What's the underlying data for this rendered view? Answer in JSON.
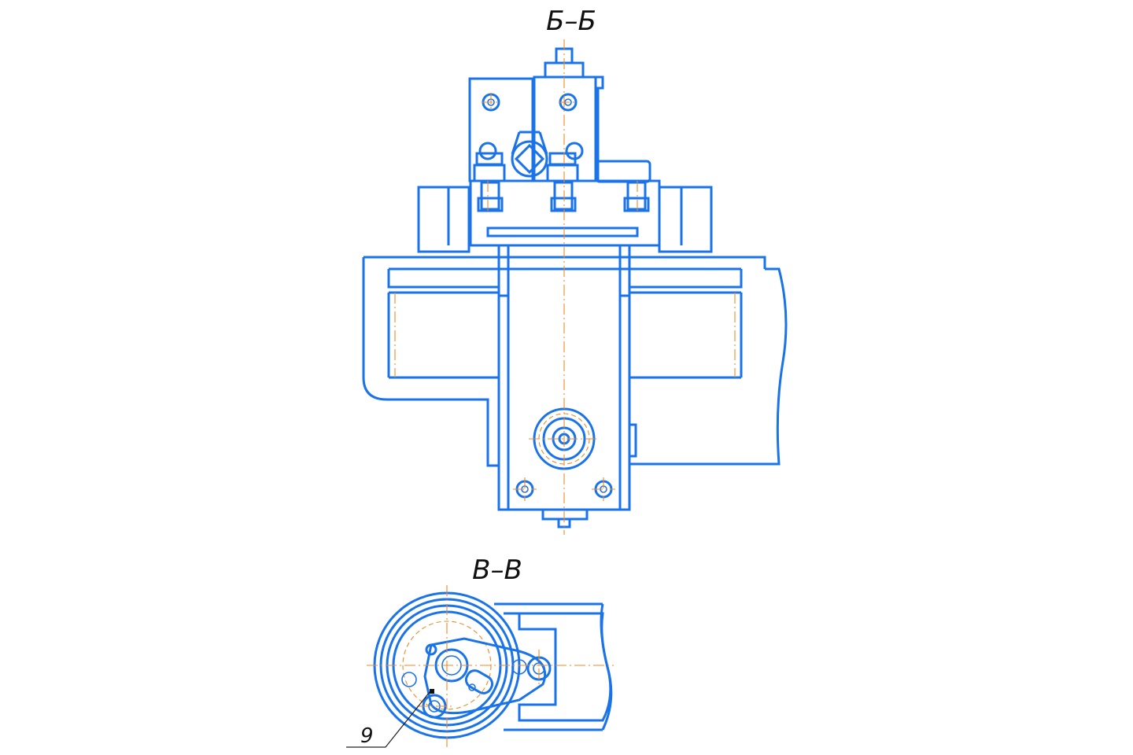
{
  "sections": {
    "upper_title": "Б–Б",
    "lower_title": "В–В"
  },
  "callouts": {
    "item_9": "9"
  },
  "colors": {
    "outline": "#1a73e8",
    "center_line": "#f08a24",
    "text": "#111111"
  }
}
